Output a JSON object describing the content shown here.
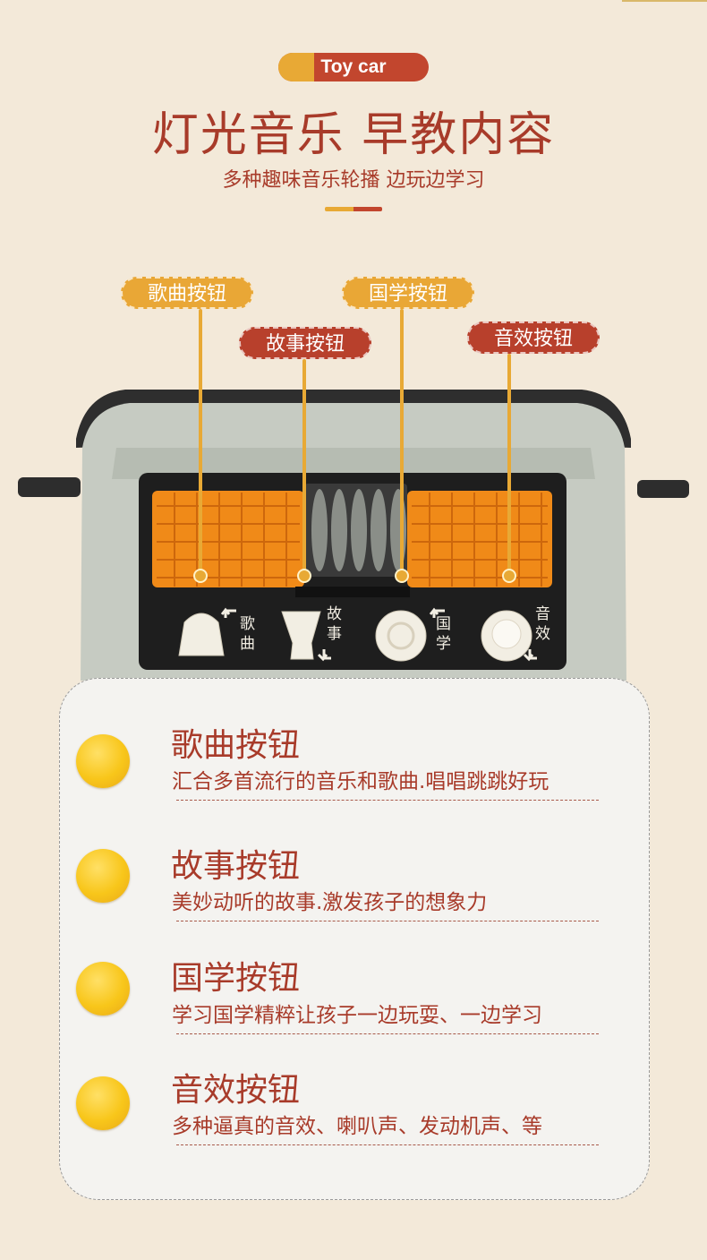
{
  "header": {
    "pill_label": "Toy car",
    "title": "灯光音乐 早教内容",
    "subtitle": "多种趣味音乐轮播 边玩边学习"
  },
  "tags": {
    "song": "歌曲按钮",
    "story": "故事按钮",
    "guoxue": "国学按钮",
    "sound": "音效按钮"
  },
  "panel_labels": {
    "song": "歌曲",
    "story": "故事",
    "guoxue": "国学",
    "sound": "音效"
  },
  "features": [
    {
      "title": "歌曲按钮",
      "desc": "汇合多首流行的音乐和歌曲.唱唱跳跳好玩"
    },
    {
      "title": "故事按钮",
      "desc": "美妙动听的故事.激发孩子的想象力"
    },
    {
      "title": "国学按钮",
      "desc": "学习国学精粹让孩子一边玩耍、一边学习"
    },
    {
      "title": "音效按钮",
      "desc": "多种逼真的音效、喇叭声、发动机声、等"
    }
  ],
  "colors": {
    "background": "#f3e9d9",
    "accent_red": "#a83b2a",
    "accent_yellow": "#e8a935",
    "lamp_orange": "#f08a18"
  }
}
